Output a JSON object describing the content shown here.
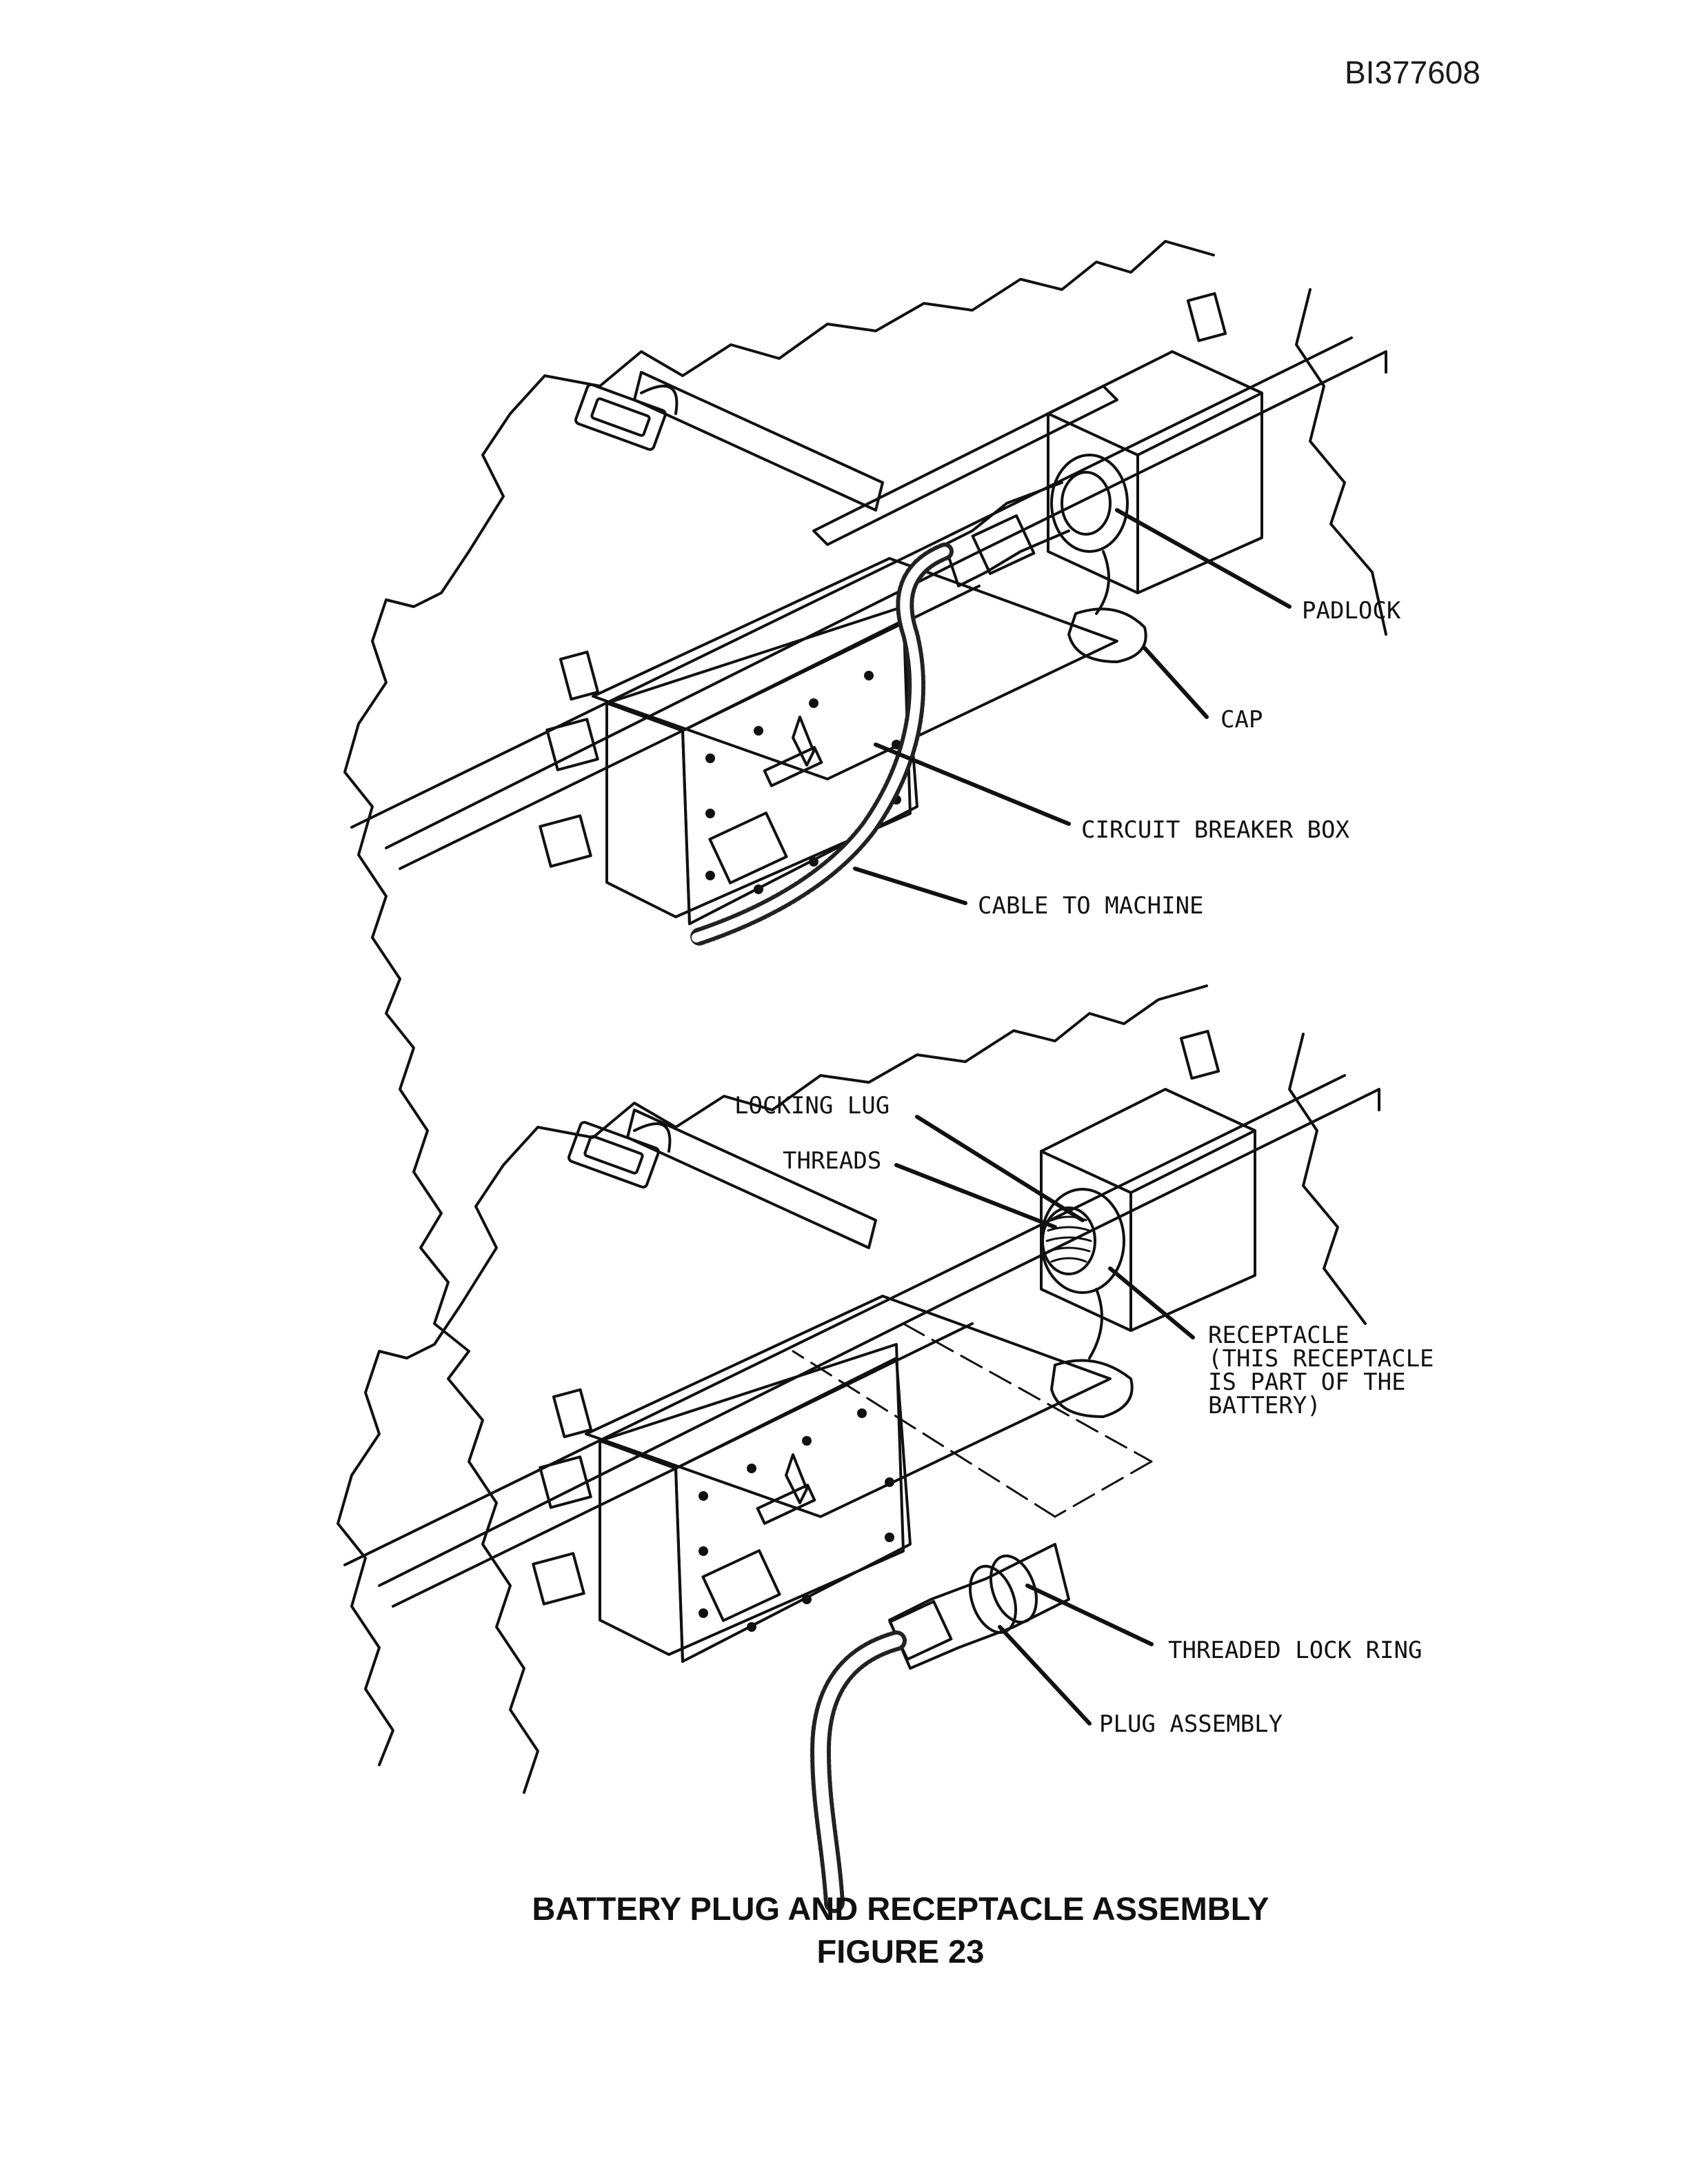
{
  "document_id": "BI377608",
  "caption": {
    "title": "BATTERY PLUG AND RECEPTACLE ASSEMBLY",
    "figure": "FIGURE 23"
  },
  "top_view": {
    "labels": {
      "padlock": "PADLOCK",
      "cap": "CAP",
      "circuit_breaker_box": "CIRCUIT BREAKER BOX",
      "cable_to_machine": "CABLE TO MACHINE"
    }
  },
  "bottom_view": {
    "labels": {
      "locking_lug": "LOCKING LUG",
      "threads": "THREADS",
      "receptacle_lines": [
        "RECEPTACLE",
        "(THIS RECEPTACLE",
        "IS PART OF THE",
        "BATTERY)"
      ],
      "threaded_lock_ring": "THREADED LOCK RING",
      "plug_assembly": "PLUG ASSEMBLY"
    }
  }
}
